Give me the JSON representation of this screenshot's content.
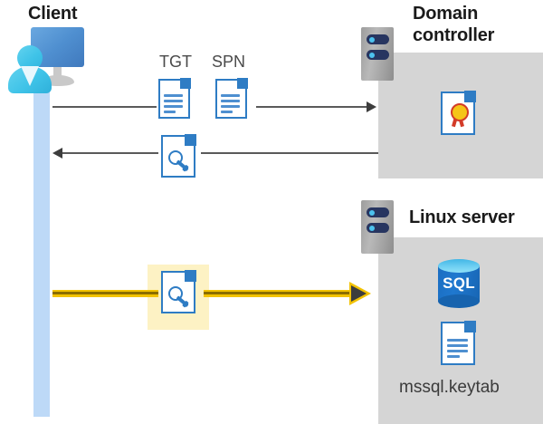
{
  "diagram": {
    "title_client": "Client",
    "title_domain_controller": "Domain controller",
    "title_linux_server": "Linux server",
    "label_tgt": "TGT",
    "label_spn": "SPN",
    "label_keytab_file": "mssql.keytab",
    "label_sql": "SQL",
    "icons": {
      "client_workstation": "client-workstation-icon",
      "server_tower": "server-tower-icon",
      "tgt_document": "document-icon",
      "spn_document": "document-icon",
      "ticket_key_document": "key-document-icon",
      "certificate": "certificate-document-icon",
      "sql_database": "sql-database-icon",
      "keytab_document": "document-icon"
    },
    "flows": [
      {
        "name": "request-tgt-spn",
        "direction": "right",
        "style": "thin-gray"
      },
      {
        "name": "receive-service-ticket",
        "direction": "left",
        "style": "thin-gray"
      },
      {
        "name": "present-service-ticket",
        "direction": "right",
        "style": "yellow-highlight"
      }
    ],
    "colors": {
      "panel_gray": "#d5d5d5",
      "lifeline_blue": "#bdd9f7",
      "highlight_yellow": "#fdf2c4",
      "arrow_yellow": "#f2c200",
      "arrow_gray": "#5a5a5a",
      "doc_blue": "#2e7cc4",
      "sql_blue": "#1f78cf",
      "seal_yellow": "#f5c518",
      "seal_red": "#d33b28"
    }
  }
}
